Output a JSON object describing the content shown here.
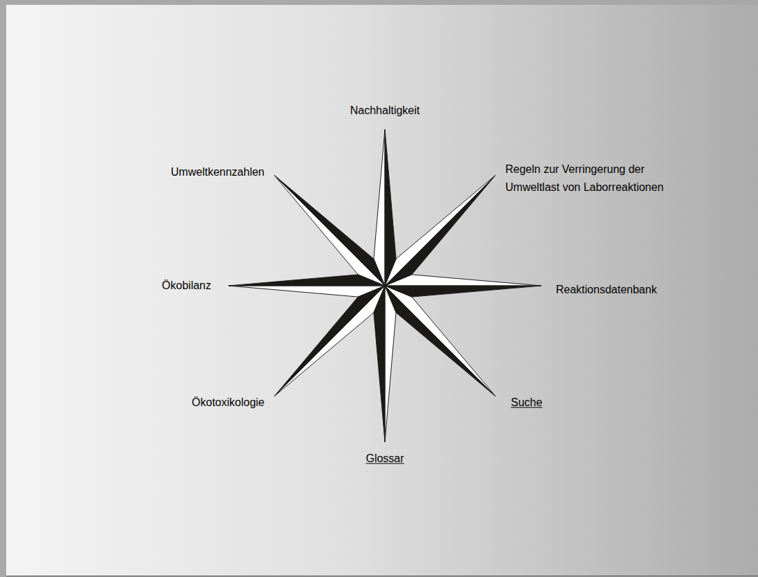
{
  "diagram": {
    "labels": [
      "Nachhaltigkeit",
      "Umweltkennzahlen",
      "Regeln zur Verringerung der Umweltlast von Laborreaktionen",
      "Ökobilanz",
      "Reaktionsdatenbank",
      "Ökotoxikologie",
      "Suche",
      "Glossar"
    ]
  }
}
